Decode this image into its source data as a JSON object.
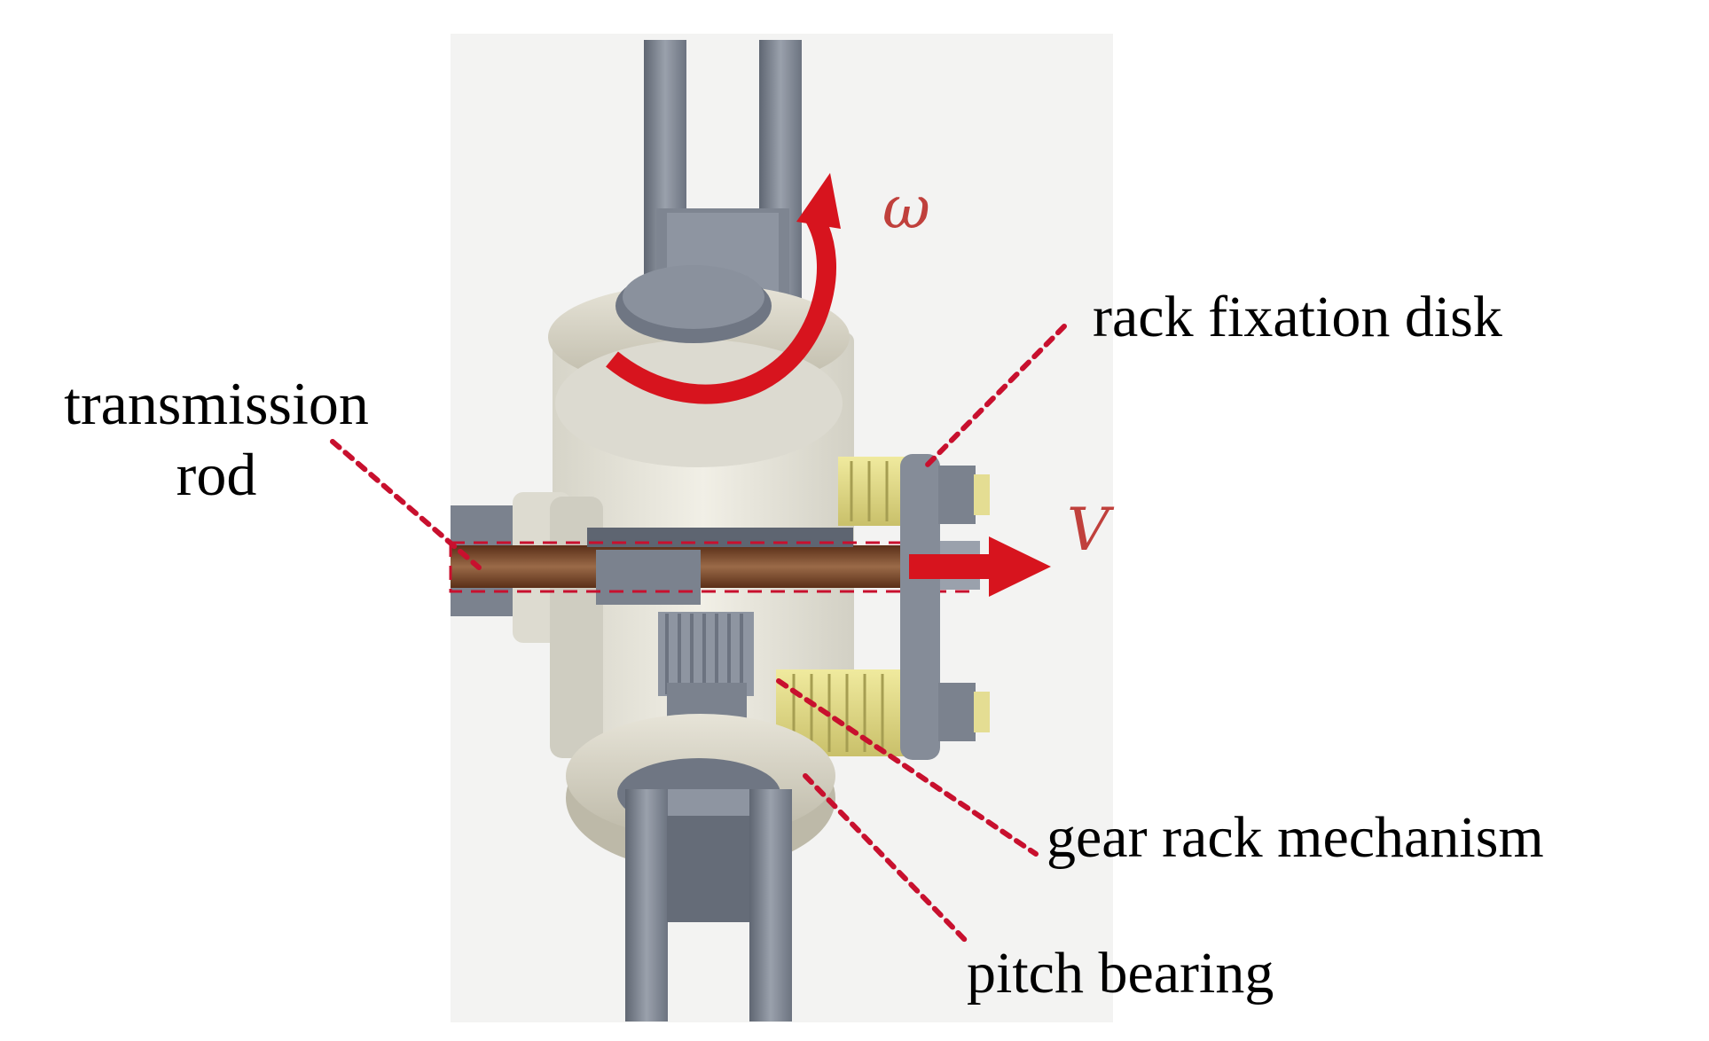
{
  "labels": {
    "transmission_line1": "transmission",
    "transmission_line2": "rod",
    "rack_fixation_disk": "rack fixation disk",
    "gear_rack_mechanism": "gear rack mechanism",
    "pitch_bearing": "pitch bearing"
  },
  "symbols": {
    "omega": "ω",
    "velocity": "V"
  },
  "colors": {
    "annotation_red": "#c8102e",
    "symbol_red": "#c0403c",
    "steel": "#7d8593",
    "housing": "#e8e6dc",
    "brass": "#e3dc8e",
    "rod": "#7a4a2c",
    "background_panel": "#f4f4f4"
  }
}
